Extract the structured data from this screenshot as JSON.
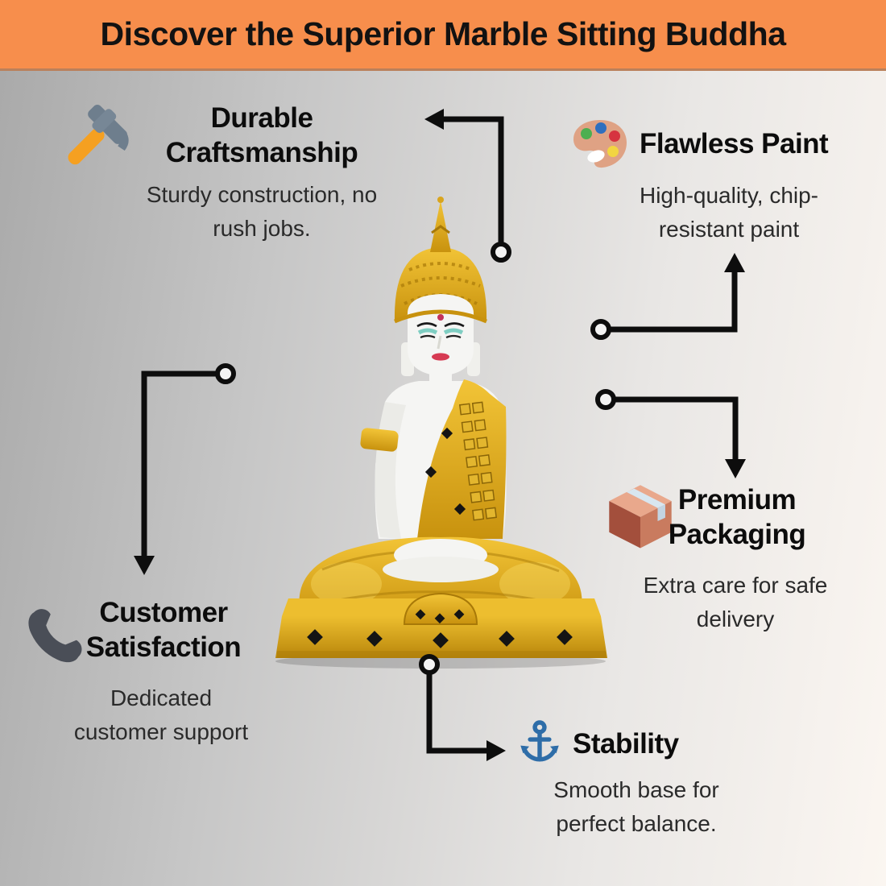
{
  "header": {
    "title": "Discover the Superior Marble Sitting Buddha",
    "background_color": "#F78E4C",
    "text_color": "#121212"
  },
  "product": {
    "name": "Marble Sitting Buddha statue",
    "description": "White marble seated Buddha figurine with golden headdress, golden robe and gold studded base, shown in meditation pose",
    "colors": {
      "gold": "#E0AB1F",
      "gold_dark": "#B8860B",
      "marble_white": "#F5F5F3",
      "lips_red": "#D63A52",
      "eyeshadow_teal": "#7FCEC2",
      "stud_black": "#141414"
    }
  },
  "connectors": {
    "color": "#0d0d0d",
    "style": "right-angle lines with circle start points and arrowheads"
  },
  "features": [
    {
      "icon": "hammer-icon",
      "title": "Durable Craftsmanship",
      "description": "Sturdy construction, no rush jobs.",
      "icon_colors": {
        "handle": "#F5A021",
        "head": "#6E7E8D"
      }
    },
    {
      "icon": "palette-icon",
      "title": "Flawless Paint",
      "description": "High-quality, chip-resistant paint",
      "icon_colors": {
        "palette": "#DFA284",
        "dots": [
          "#4CAF50",
          "#2F6FBF",
          "#D6333F",
          "#F2D541"
        ]
      }
    },
    {
      "icon": "phone-icon",
      "title": "Customer Satisfaction",
      "description": "Dedicated customer support",
      "icon_colors": {
        "phone": "#4A4E57"
      }
    },
    {
      "icon": "package-icon",
      "title": "Premium Packaging",
      "description": "Extra care for safe delivery",
      "icon_colors": {
        "box_top": "#E9A88C",
        "box_left": "#A34F3C",
        "box_right": "#C97B5F",
        "tape": "#D8E6F0"
      }
    },
    {
      "icon": "anchor-icon",
      "title": "Stability",
      "description": "Smooth base for perfect balance.",
      "icon_colors": {
        "anchor": "#2E6DA8"
      }
    }
  ]
}
